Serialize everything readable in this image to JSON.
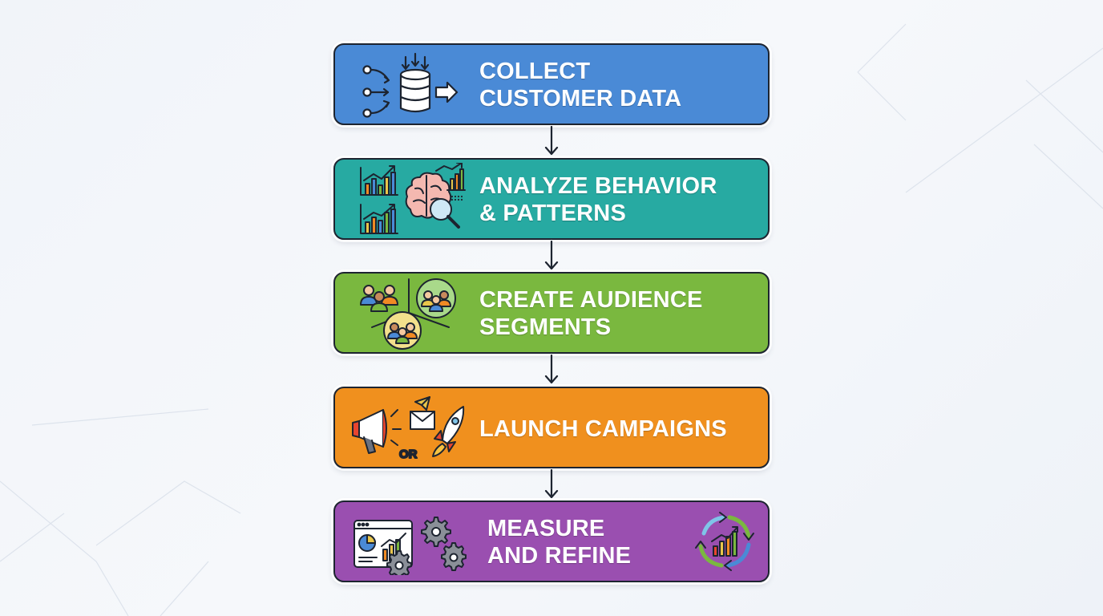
{
  "colors": {
    "collect": "#4a8ad6",
    "analyze": "#27aaa2",
    "segment": "#7ab83f",
    "launch": "#f0901e",
    "measure": "#9a4fb0",
    "outline": "#1d2430"
  },
  "steps": [
    {
      "id": "collect",
      "line1": "COLLECT",
      "line2": "CUSTOMER DATA",
      "icon": "database-icon"
    },
    {
      "id": "analyze",
      "line1": "ANALYZE BEHAVIOR",
      "line2": "& PATTERNS",
      "icon": "brain-analytics-icon"
    },
    {
      "id": "segment",
      "line1": "CREATE AUDIENCE",
      "line2": "SEGMENTS",
      "icon": "audience-segments-icon"
    },
    {
      "id": "launch",
      "line1": "LAUNCH CAMPAIGNS",
      "line2": "",
      "icon": "megaphone-email-rocket-icon",
      "or_label": "OR"
    },
    {
      "id": "measure",
      "line1": "MEASURE",
      "line2": "AND REFINE",
      "icon": "dashboard-gears-icon",
      "icon_right": "refresh-chart-icon"
    }
  ]
}
